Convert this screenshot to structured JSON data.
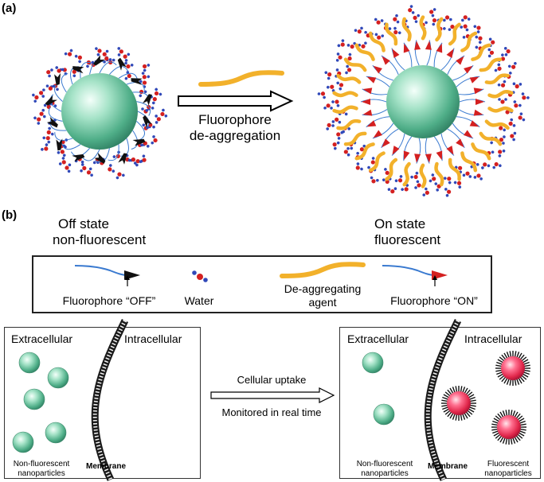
{
  "panel_a": {
    "label": "(a)",
    "arrow_caption_line1": "Fluorophore",
    "arrow_caption_line2": "de-aggregation"
  },
  "panel_b": {
    "label": "(b)",
    "off_state_line1": "Off state",
    "off_state_line2": "non-fluorescent",
    "on_state_line1": "On state",
    "on_state_line2": "fluorescent",
    "legend": {
      "fluorophore_off": "Fluorophore “OFF”",
      "water": "Water",
      "deaggregating_line1": "De-aggregating",
      "deaggregating_line2": "agent",
      "fluorophore_on": "Fluorophore “ON”"
    },
    "left_cell": {
      "extracellular": "Extracellular",
      "intracellular": "Intracellular",
      "nanoparticles_line1": "Non-fluorescent",
      "nanoparticles_line2": "nanoparticles",
      "membrane": "Membrane"
    },
    "middle": {
      "uptake": "Cellular uptake",
      "monitored": "Monitored in real time"
    },
    "right_cell": {
      "extracellular": "Extracellular",
      "intracellular": "Intracellular",
      "nonfluor_line1": "Non-fluorescent",
      "nonfluor_line2": "nanoparticles",
      "membrane": "Membrane",
      "fluor_line1": "Fluorescent",
      "fluor_line2": "nanoparticles"
    }
  },
  "colors": {
    "sphere": "#5fbf9a",
    "fluorophore_on_head": "#d42020",
    "fluorophore_off_head": "#111111",
    "deaggregating_agent": "#f2b12b",
    "linker": "#3a7ad0",
    "water_oxygen": "#d42020",
    "water_hydrogen": "#3048b8",
    "fluorescent_np": "#e0264a"
  }
}
